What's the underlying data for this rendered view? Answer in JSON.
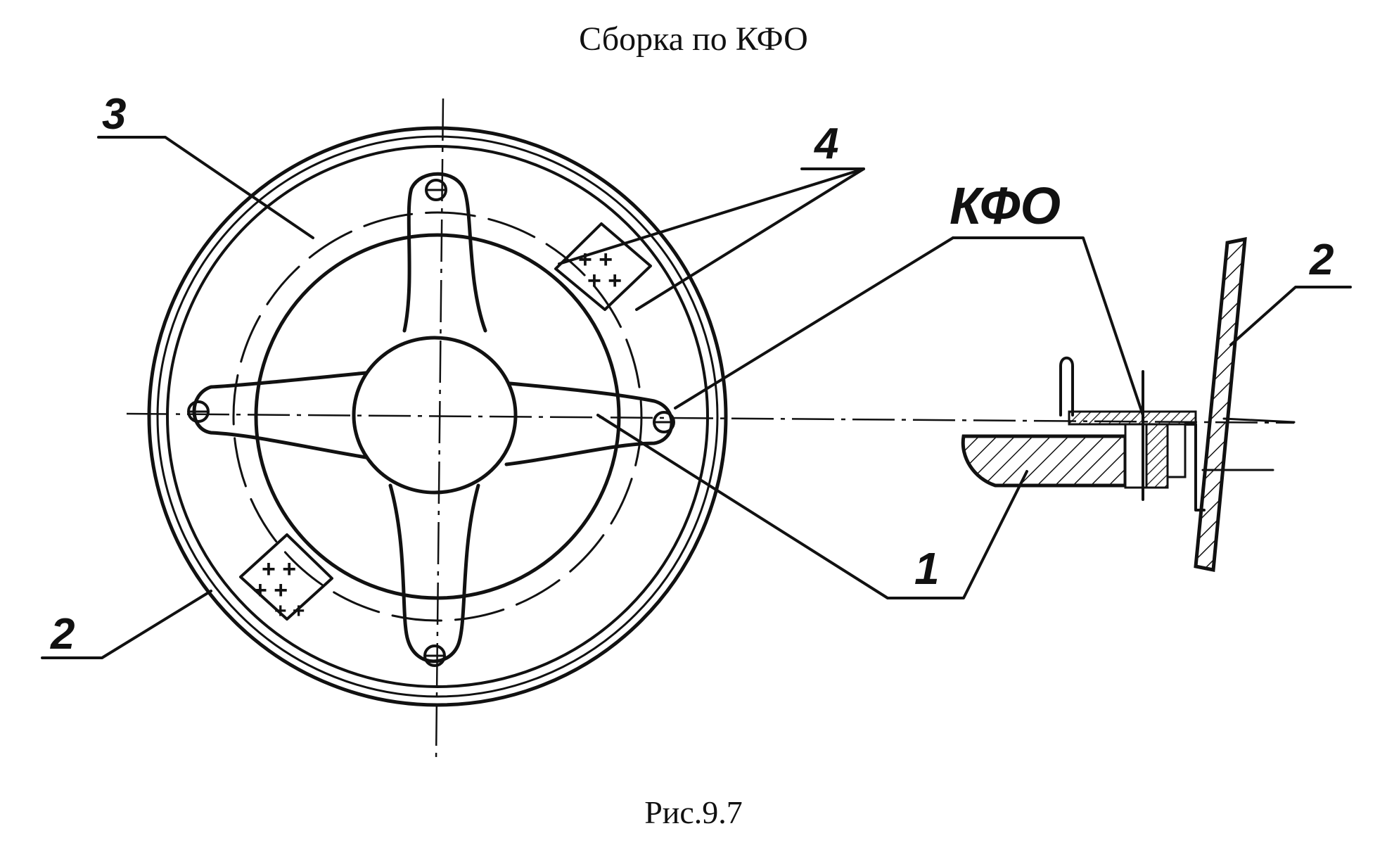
{
  "title": "Сборка по КФО",
  "caption": "Рис.9.7",
  "callouts": {
    "part_1": "1",
    "part_2_left": "2",
    "part_2_right": "2",
    "part_3": "3",
    "part_4": "4",
    "kfo": "КФО"
  },
  "colors": {
    "ink": "#111111",
    "background": "#ffffff"
  }
}
